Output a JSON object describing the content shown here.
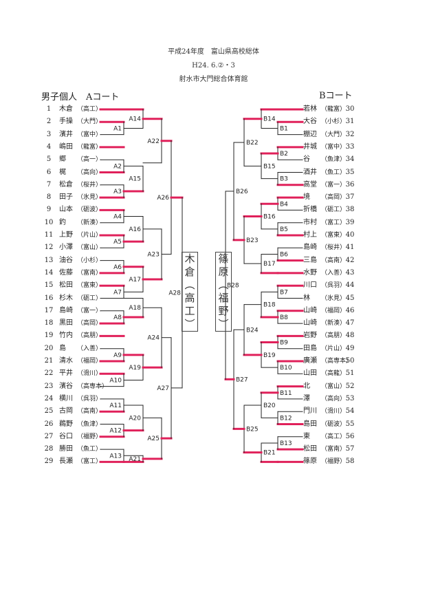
{
  "header": {
    "line1": "平成24年度　富山県高校総体",
    "line2": "H24. 6.②・3",
    "line3": "射水市大門総合体育館"
  },
  "court_a": {
    "title": "男子個人　Aコート",
    "players": [
      {
        "no": "1",
        "name": "木倉",
        "school": "（高工）"
      },
      {
        "no": "2",
        "name": "手操",
        "school": "（大門）"
      },
      {
        "no": "3",
        "name": "濱井",
        "school": "（富中）"
      },
      {
        "no": "4",
        "name": "嶋田",
        "school": "（龍富）"
      },
      {
        "no": "5",
        "name": "郷",
        "school": "（高一）"
      },
      {
        "no": "6",
        "name": "梶",
        "school": "（高向）"
      },
      {
        "no": "7",
        "name": "松倉",
        "school": "（桜井）"
      },
      {
        "no": "8",
        "name": "田子",
        "school": "（氷見）"
      },
      {
        "no": "9",
        "name": "山本",
        "school": "（砺波）"
      },
      {
        "no": "10",
        "name": "釣",
        "school": "（新湊）"
      },
      {
        "no": "11",
        "name": "上野",
        "school": "（片山）"
      },
      {
        "no": "12",
        "name": "小澤",
        "school": "（富山）"
      },
      {
        "no": "13",
        "name": "油谷",
        "school": "（小杉）"
      },
      {
        "no": "14",
        "name": "佐藤",
        "school": "（富南）"
      },
      {
        "no": "15",
        "name": "松田",
        "school": "（富東）"
      },
      {
        "no": "16",
        "name": "杉木",
        "school": "（砺工）"
      },
      {
        "no": "17",
        "name": "島崎",
        "school": "（富一）"
      },
      {
        "no": "18",
        "name": "黒田",
        "school": "（高岡）"
      },
      {
        "no": "19",
        "name": "竹内",
        "school": "（高朋）"
      },
      {
        "no": "20",
        "name": "島",
        "school": "（入善）"
      },
      {
        "no": "21",
        "name": "清水",
        "school": "（福岡）"
      },
      {
        "no": "22",
        "name": "平井",
        "school": "（滑川）"
      },
      {
        "no": "23",
        "name": "濱谷",
        "school": "（高専本）"
      },
      {
        "no": "24",
        "name": "横川",
        "school": "（呉羽）"
      },
      {
        "no": "25",
        "name": "古岡",
        "school": "（高南）"
      },
      {
        "no": "26",
        "name": "鵜野",
        "school": "（魚津）"
      },
      {
        "no": "27",
        "name": "谷口",
        "school": "（福野）"
      },
      {
        "no": "28",
        "name": "勝田",
        "school": "（魚工）"
      },
      {
        "no": "29",
        "name": "長瀬",
        "school": "（富工）"
      }
    ]
  },
  "court_b": {
    "title": "Bコート",
    "players": [
      {
        "no": "30",
        "name": "若林",
        "school": "（龍富）"
      },
      {
        "no": "31",
        "name": "大谷",
        "school": "（小杉）"
      },
      {
        "no": "32",
        "name": "棚辺",
        "school": "（大門）"
      },
      {
        "no": "33",
        "name": "井城",
        "school": "（富中）"
      },
      {
        "no": "34",
        "name": "谷",
        "school": "（魚津）"
      },
      {
        "no": "35",
        "name": "酒井",
        "school": "（魚工）"
      },
      {
        "no": "36",
        "name": "高堂",
        "school": "（富一）"
      },
      {
        "no": "37",
        "name": "境",
        "school": "（高岡）"
      },
      {
        "no": "38",
        "name": "折橋",
        "school": "（砺工）"
      },
      {
        "no": "39",
        "name": "市村",
        "school": "（富工）"
      },
      {
        "no": "40",
        "name": "村上",
        "school": "（富東）"
      },
      {
        "no": "41",
        "name": "島崎",
        "school": "（桜井）"
      },
      {
        "no": "42",
        "name": "三島",
        "school": "（高南）"
      },
      {
        "no": "43",
        "name": "水野",
        "school": "（入善）"
      },
      {
        "no": "44",
        "name": "川口",
        "school": "（呉羽）"
      },
      {
        "no": "45",
        "name": "林",
        "school": "（氷見）"
      },
      {
        "no": "46",
        "name": "山崎",
        "school": "（福岡）"
      },
      {
        "no": "47",
        "name": "山崎",
        "school": "（新湊）"
      },
      {
        "no": "48",
        "name": "岩野",
        "school": "（高朋）"
      },
      {
        "no": "49",
        "name": "田島",
        "school": "（片山）"
      },
      {
        "no": "50",
        "name": "廣瀬",
        "school": "（高専本）"
      },
      {
        "no": "51",
        "name": "山田",
        "school": "（高龍）"
      },
      {
        "no": "52",
        "name": "北",
        "school": "（富山）"
      },
      {
        "no": "53",
        "name": "澤",
        "school": "（高向）"
      },
      {
        "no": "54",
        "name": "門川",
        "school": "（滑川）"
      },
      {
        "no": "55",
        "name": "島田",
        "school": "（砺波）"
      },
      {
        "no": "56",
        "name": "東",
        "school": "（高工）"
      },
      {
        "no": "57",
        "name": "松田",
        "school": "（富南）"
      },
      {
        "no": "58",
        "name": "篠原",
        "school": "（福野）"
      }
    ]
  },
  "finals": {
    "a_champion": "木倉（高工）",
    "b_champion": "篠原（福野）",
    "a_final_label": "A28",
    "b_final_label": "B28"
  },
  "match_labels_a": [
    "A1",
    "A2",
    "A3",
    "A4",
    "A5",
    "A6",
    "A7",
    "A8",
    "A9",
    "A10",
    "A11",
    "A12",
    "A13",
    "A14",
    "A15",
    "A16",
    "A17",
    "A18",
    "A19",
    "A20",
    "A21",
    "A22",
    "A23",
    "A24",
    "A25",
    "A26",
    "A27"
  ],
  "match_labels_b": [
    "B1",
    "B2",
    "B3",
    "B4",
    "B5",
    "B6",
    "B7",
    "B8",
    "B9",
    "B10",
    "B11",
    "B12",
    "B13",
    "B14",
    "B15",
    "B16",
    "B17",
    "B18",
    "B19",
    "B20",
    "B21",
    "B22",
    "B23",
    "B24",
    "B25",
    "B26",
    "B27"
  ],
  "colors": {
    "winner_line": "#e0205a",
    "bracket_line": "#222222",
    "annotation": "#e0205a"
  }
}
